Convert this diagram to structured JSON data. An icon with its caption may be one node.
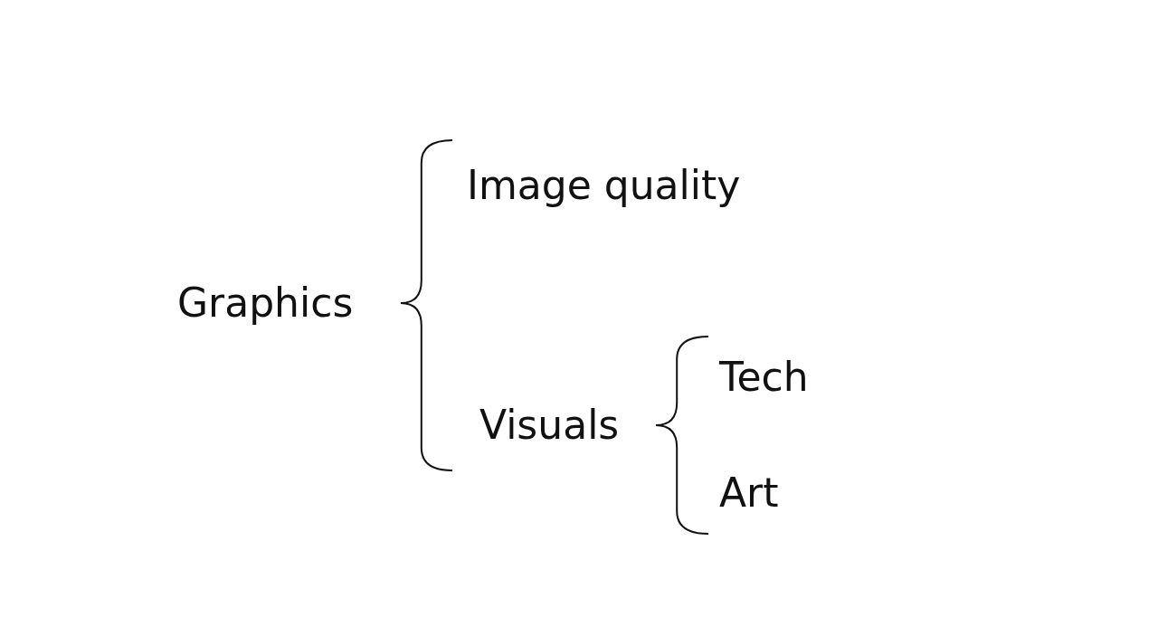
{
  "diagram": {
    "nodes": [
      {
        "text": [
          "Graphics"
        ]
      },
      {
        "text": [
          "Image quality"
        ]
      },
      {
        "text": [
          "Visuals"
        ]
      },
      {
        "text": [
          "Tech"
        ]
      },
      {
        "text": [
          "Art"
        ]
      }
    ],
    "edges": [
      {
        "from": 0,
        "to": 1,
        "arrow": "none"
      },
      {
        "from": 0,
        "to": 2,
        "arrow": "none"
      },
      {
        "from": 2,
        "to": 3,
        "arrow": "none"
      },
      {
        "from": 2,
        "to": 4,
        "arrow": "none"
      }
    ]
  }
}
